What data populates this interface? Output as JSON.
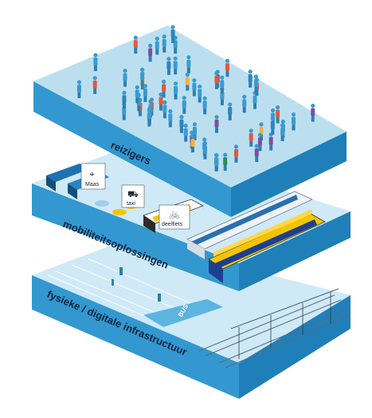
{
  "layers": [
    {
      "id": "top",
      "label": "reizigers"
    },
    {
      "id": "middle",
      "label": "mobiliteitsoplossingen"
    },
    {
      "id": "bottom",
      "label": "fysieke / digitale infrastructuur"
    }
  ],
  "bubbles": [
    {
      "icon": "location-pin-icon",
      "label": "Maas"
    },
    {
      "icon": "car-icon",
      "label": "taxi"
    },
    {
      "icon": "bicycle-icon",
      "label": "deelfiets"
    }
  ],
  "road_marking": "BUS",
  "colors": {
    "slab_top": "#bcdff0",
    "slab_left": "#2f93c9",
    "slab_right": "#1f7fb8",
    "people": "#3a9bd0",
    "train_yellow": "#f5c400",
    "train_blue": "#1c3f8f",
    "road": "#9fd2ee"
  }
}
